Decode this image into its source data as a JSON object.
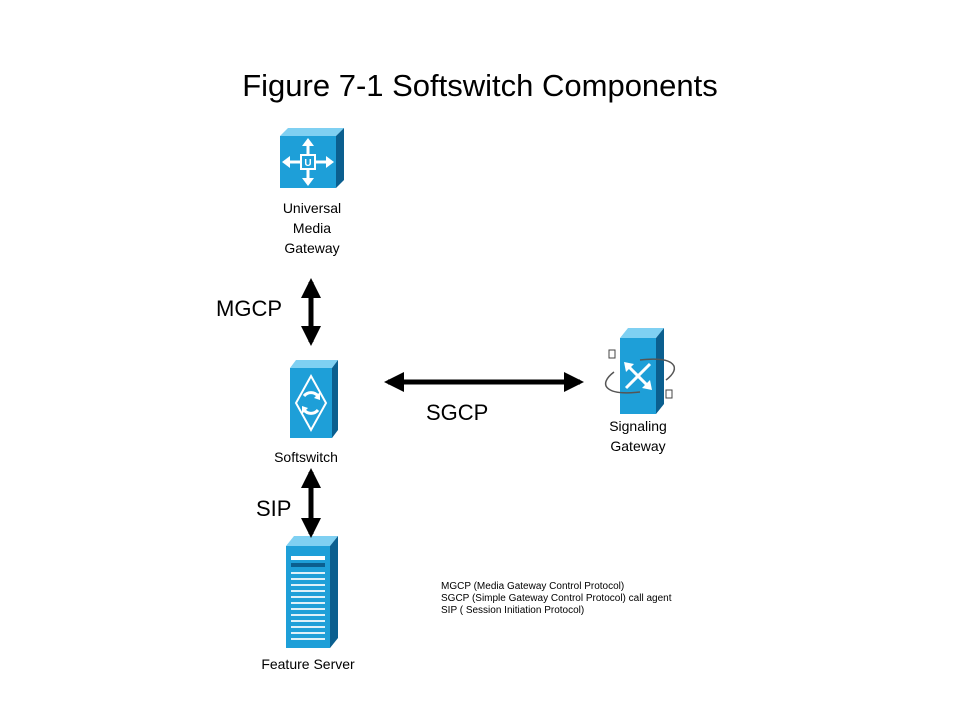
{
  "title": "Figure 7-1 Softswitch Components",
  "nodes": {
    "universal_media_gateway": {
      "label_lines": [
        "Universal",
        "Media",
        "Gateway"
      ],
      "icon": "universal-media-gateway-icon"
    },
    "softswitch": {
      "label": "Softswitch",
      "icon": "softswitch-icon"
    },
    "signaling_gateway": {
      "label_lines": [
        "Signaling",
        "Gateway"
      ],
      "icon": "signaling-gateway-icon"
    },
    "feature_server": {
      "label": "Feature Server",
      "icon": "feature-server-icon"
    }
  },
  "links": {
    "mgcp": {
      "label": "MGCP"
    },
    "sgcp": {
      "label": "SGCP"
    },
    "sip": {
      "label": "SIP"
    }
  },
  "legend": {
    "lines": [
      "MGCP (Media Gateway Control Protocol)",
      "SGCP (Simple Gateway Control Protocol) call agent",
      "SIP ( Session Initiation Protocol)"
    ]
  },
  "colors": {
    "icon_front": "#1e9fd8",
    "icon_side": "#0b5f8f",
    "icon_top": "#7fd0f2",
    "icon_symbol": "#ffffff",
    "arrow": "#000000"
  }
}
